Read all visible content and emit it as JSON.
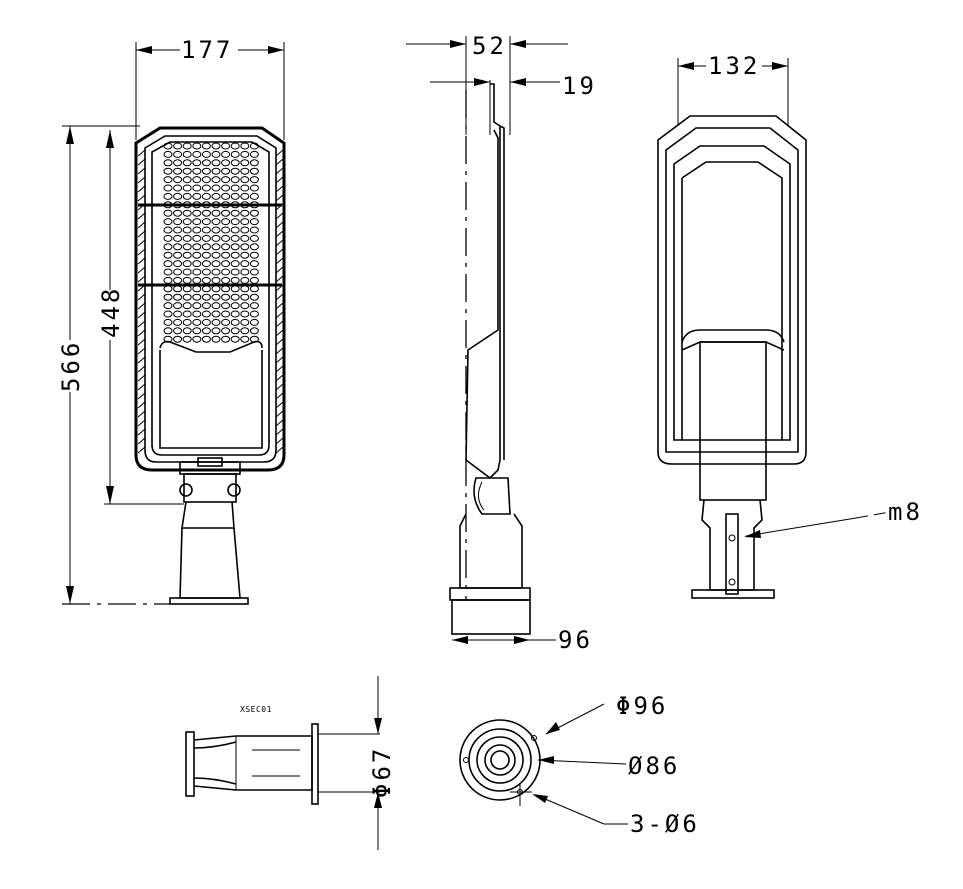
{
  "labels": {
    "front_width": "177",
    "side_depth": "52",
    "side_thickness": "19",
    "back_width": "132",
    "total_height": "566",
    "body_height": "448",
    "bolt": "m8",
    "base_width": "96",
    "section_tag": "XSEC01",
    "pipe_dia": "Φ67",
    "flange_dia": "Φ96",
    "inner_dia": "Ø86",
    "holes": "3-Ø6"
  },
  "icons": [
    "phi-symbol",
    "diameter-symbol"
  ]
}
